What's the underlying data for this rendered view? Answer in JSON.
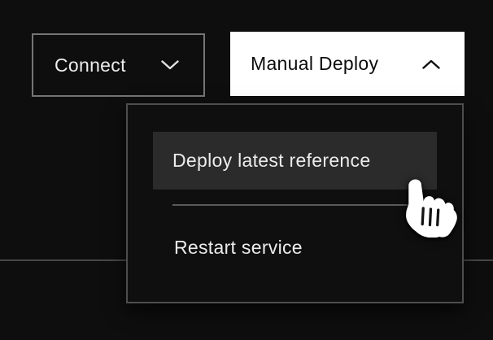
{
  "theme": {
    "page_bg": "#0e0e0e",
    "panel_bg": "#0f0f0f",
    "panel_border": "#4e4e4e",
    "highlight_bg": "#2b2b2b",
    "text_light": "#ececec",
    "text_dark": "#0c0c0c",
    "outline_button_border": "#757575",
    "primary_button_bg": "#ffffff",
    "menu_separator": "#5a5a5a",
    "page_divider": "#474747"
  },
  "toolbar": {
    "connect_button": {
      "label": "Connect",
      "icon": "chevron-down"
    },
    "manual_deploy_button": {
      "label": "Manual Deploy",
      "icon": "chevron-up",
      "state": "menu-open"
    }
  },
  "deploy_menu": {
    "items": [
      {
        "label": "Deploy latest reference",
        "state": "hovered"
      },
      {
        "label": "Restart service",
        "state": "default"
      }
    ]
  },
  "cursor": {
    "icon": "pointing-hand-cursor"
  }
}
